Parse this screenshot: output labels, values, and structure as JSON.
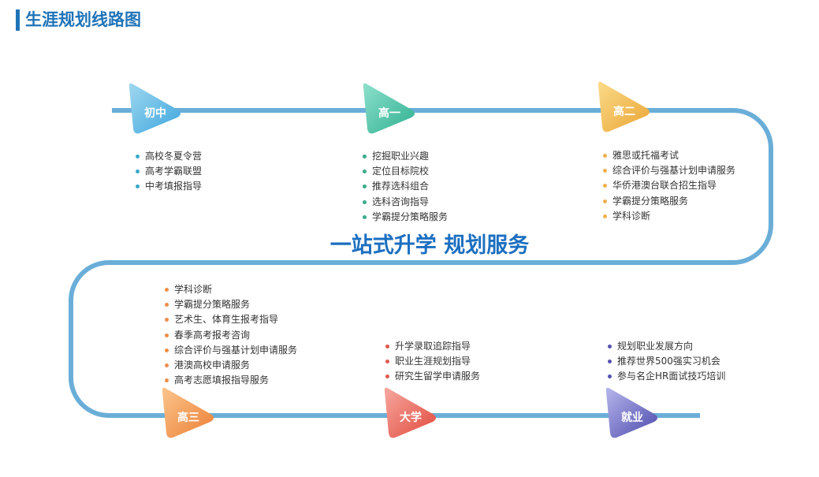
{
  "title": "生涯规划线路图",
  "center_title": "一站式升学 规划服务",
  "colors": {
    "route": "#6aaed8",
    "title": "#1f73b8"
  },
  "stages": [
    {
      "label": "初中",
      "color_light": "#9fd8f0",
      "color_dark": "#3ea6dd",
      "dot": "#3aa8c8",
      "items": [
        "高校冬夏令营",
        "高考学霸联盟",
        "中考填报指导"
      ]
    },
    {
      "label": "高一",
      "color_light": "#8ee0cc",
      "color_dark": "#2eb090",
      "dot": "#3aaa8e",
      "items": [
        "挖掘职业兴趣",
        "定位目标院校",
        "推荐选科组合",
        "选科咨询指导",
        "学霸提分策略服务"
      ]
    },
    {
      "label": "高二",
      "color_light": "#fbdb8a",
      "color_dark": "#eaa534",
      "dot": "#eeb04a",
      "items": [
        "雅思或托福考试",
        "综合评价与强基计划申请服务",
        "华侨港澳台联合招生指导",
        "学霸提分策略服务",
        "学科诊断"
      ]
    },
    {
      "label": "高三",
      "color_light": "#fbc58c",
      "color_dark": "#ec7f35",
      "dot": "#ee8e48",
      "items": [
        "学科诊断",
        "学霸提分策略服务",
        "艺术生、体育生报考指导",
        "春季高考报考咨询",
        "综合评价与强基计划申请服务",
        "港澳高校申请服务",
        "高考志愿填报指导服务"
      ]
    },
    {
      "label": "大学",
      "color_light": "#f6a8a0",
      "color_dark": "#e2493c",
      "dot": "#e0594c",
      "items": [
        "升学录取追踪指导",
        "职业生涯规划指导",
        "研究生留学申请服务"
      ]
    },
    {
      "label": "就业",
      "color_light": "#b6b6ec",
      "color_dark": "#4d4aac",
      "dot": "#5753b0",
      "items": [
        "规划职业发展方向",
        "推荐世界500强实习机会",
        "参与名企HR面试技巧培训"
      ]
    }
  ]
}
